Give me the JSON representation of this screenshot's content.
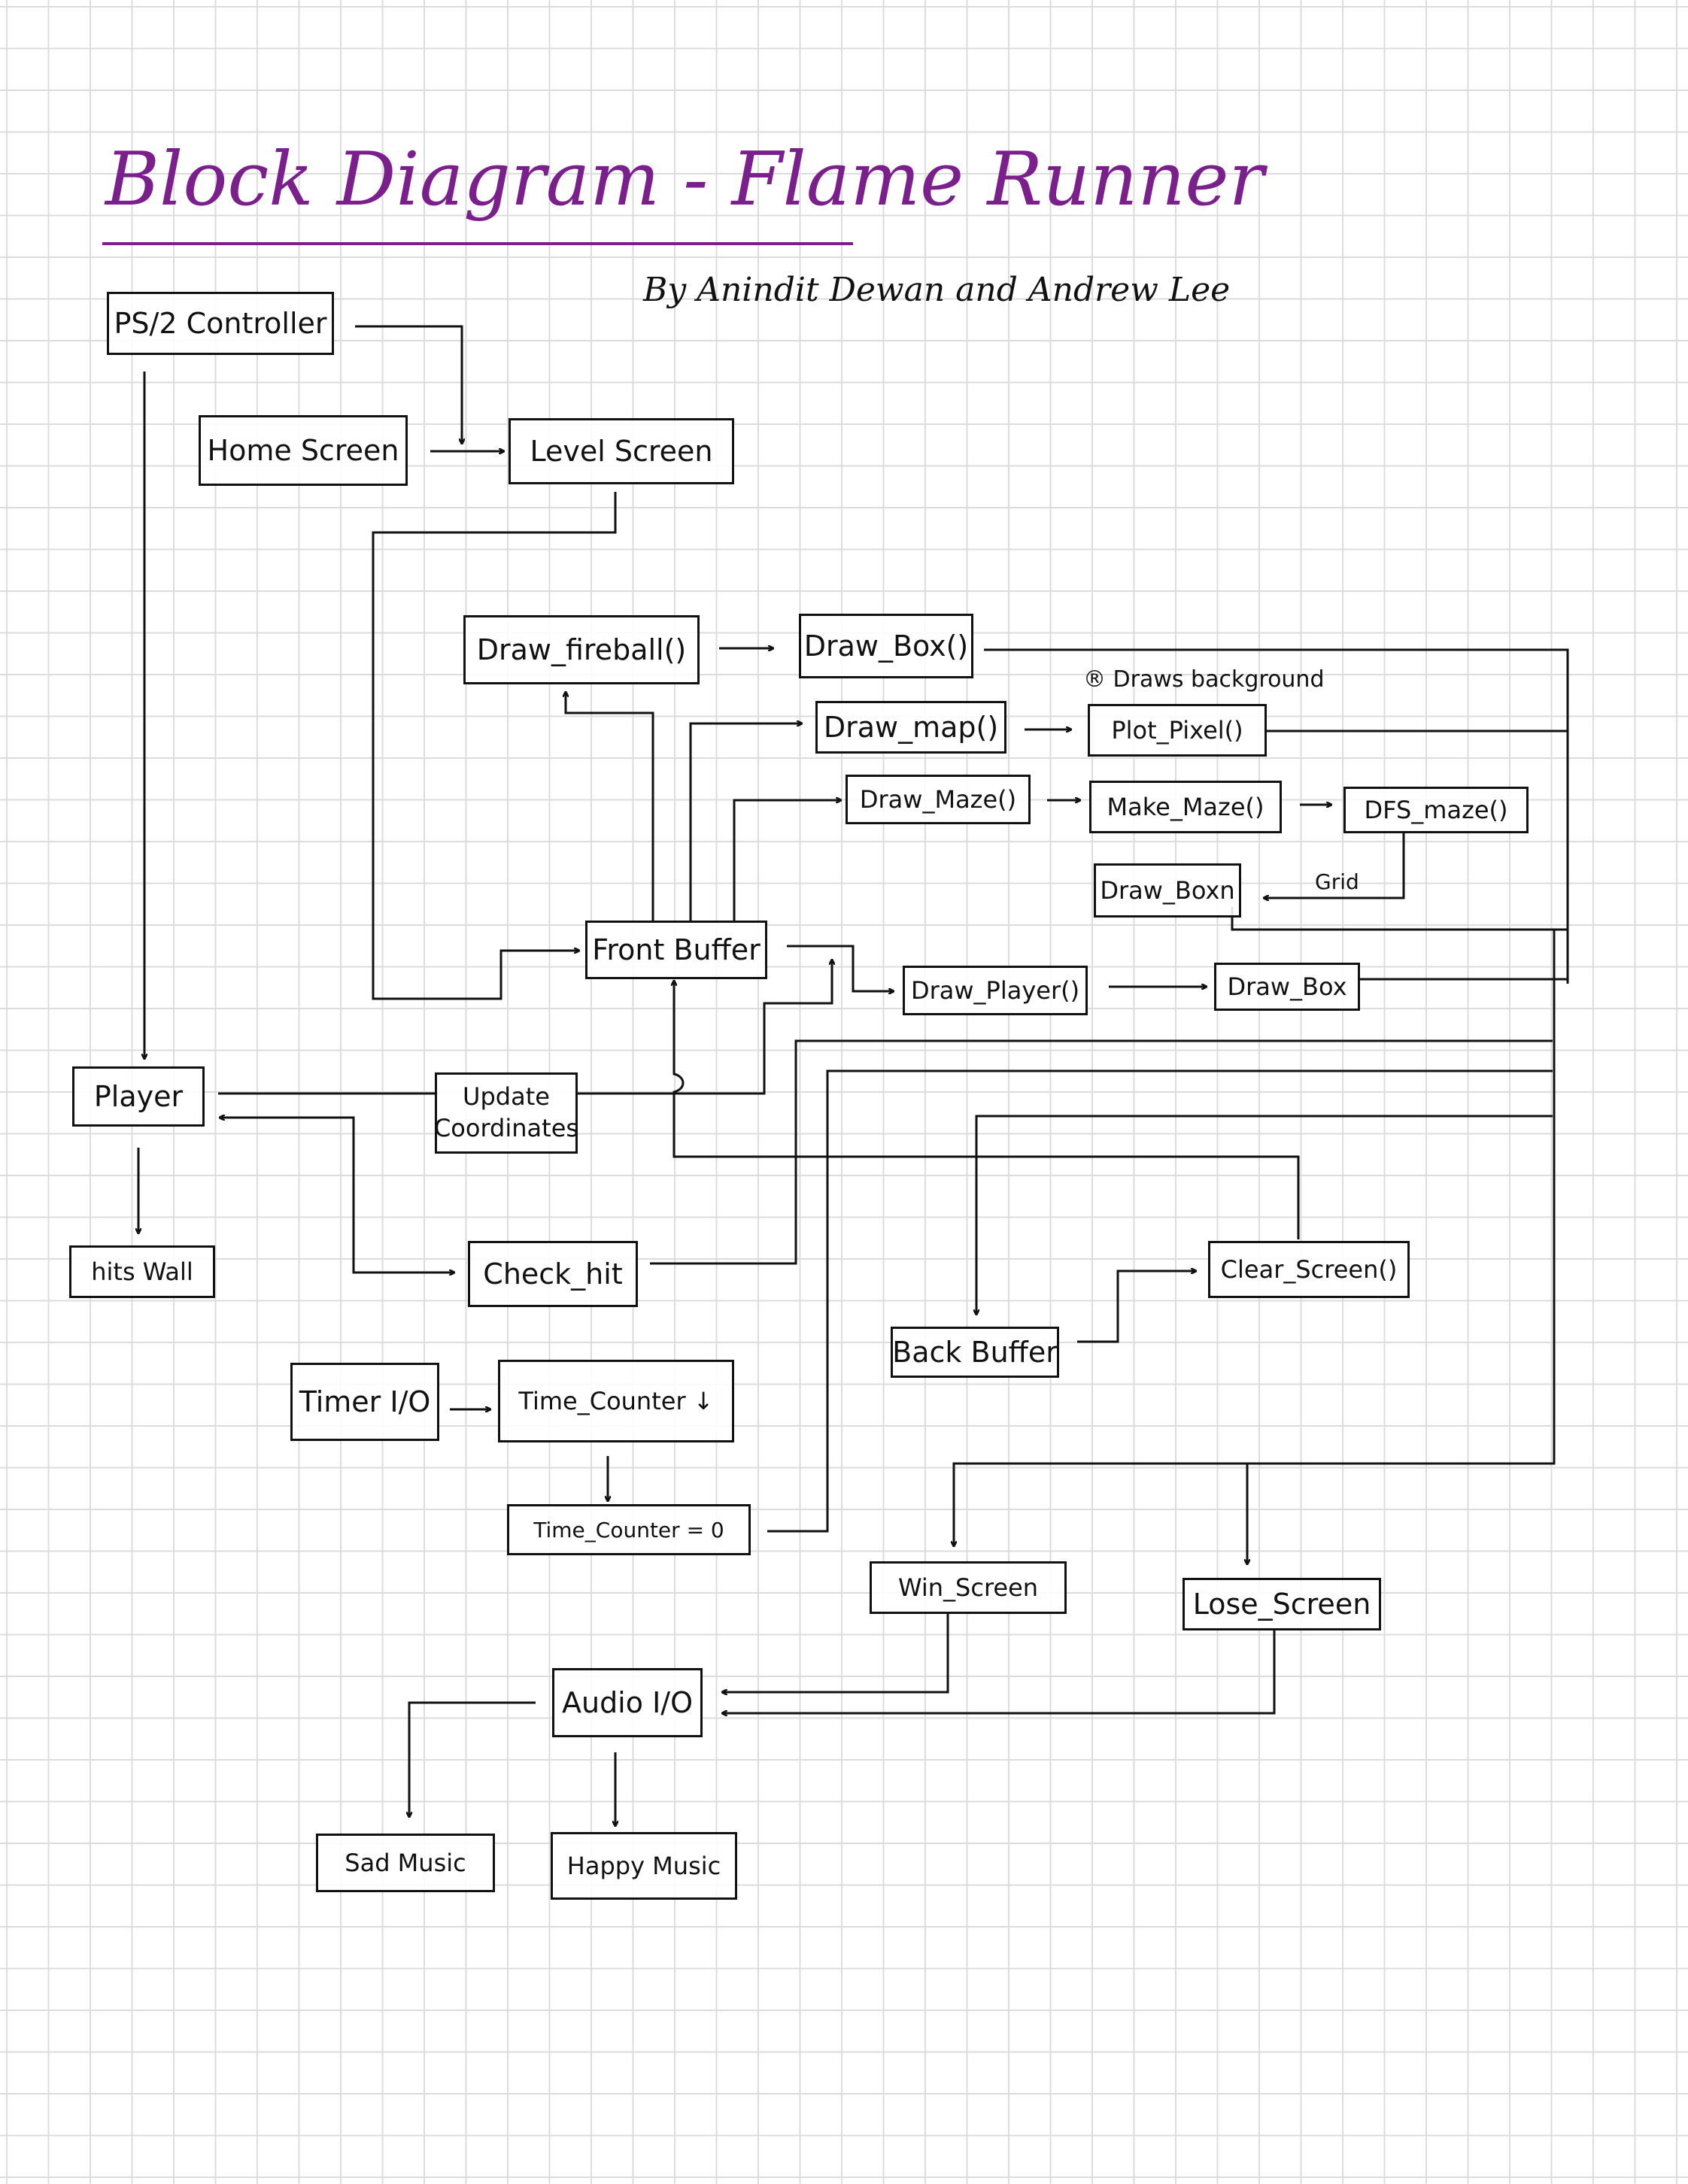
{
  "title": "Block Diagram - Flame Runner",
  "subtitle": "By Anindit Dewan and Andrew Lee",
  "note": "® Draws background",
  "edge_label": "Grid",
  "boxes": {
    "ps2": "PS/2 Controller",
    "home": "Home Screen",
    "level": "Level Screen",
    "fireball": "Draw_fireball()",
    "drawbox1": "Draw_Box()",
    "drawmap": "Draw_map()",
    "plotpixel": "Plot_Pixel()",
    "drawmaze": "Draw_Maze()",
    "makemaze": "Make_Maze()",
    "dfsmaze": "DFS_maze()",
    "drawboxn": "Draw_Boxn",
    "frontbuffer": "Front Buffer",
    "drawplayer": "Draw_Player()",
    "drawbox2": "Draw_Box",
    "player": "Player",
    "update_line1": "Update",
    "update_line2": "Coordinates",
    "hitswall": "hits Wall",
    "checkhit": "Check_hit",
    "clearscreen": "Clear_Screen()",
    "backbuffer": "Back Buffer",
    "timer": "Timer I/O",
    "timecounter": "Time_Counter ↓",
    "timezero": "Time_Counter = 0",
    "win": "Win_Screen",
    "lose": "Lose_Screen",
    "audio": "Audio I/O",
    "sad": "Sad Music",
    "happy": "Happy Music"
  }
}
